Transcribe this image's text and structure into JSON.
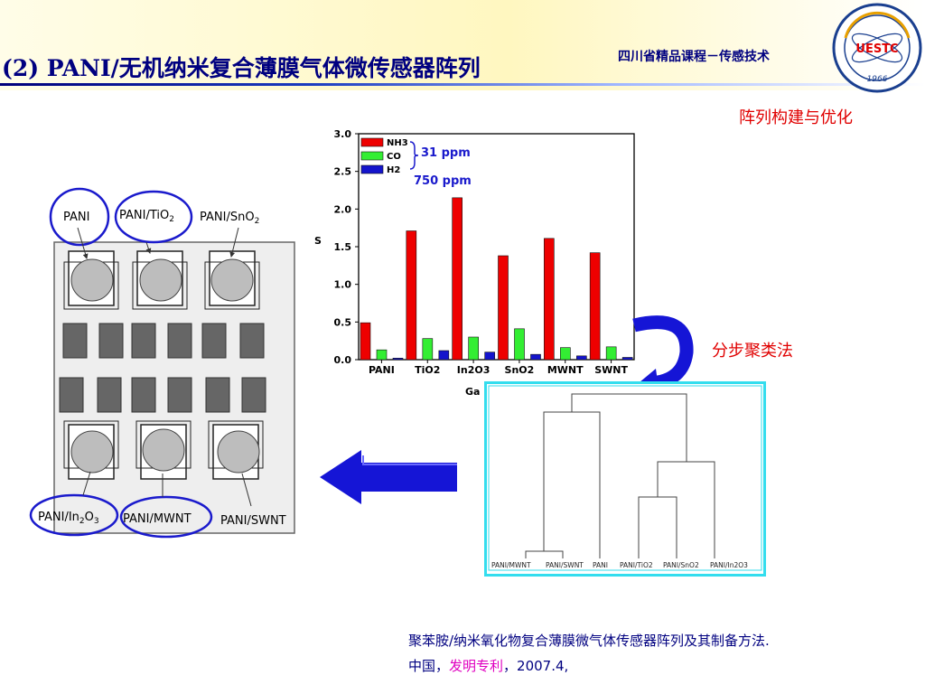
{
  "slide": {
    "title": "(2) PANI/无机纳米复合薄膜气体微传感器阵列",
    "course": "四川省精品课程－传感技术",
    "subtitle": "阵列构建与优化",
    "method_label": "分步聚类法",
    "reference_line1": "聚苯胺/纳米氧化物复合薄膜微气体传感器阵列及其制备方法.",
    "reference_line2_prefix": "中国，",
    "reference_line2_patent": "发明专利",
    "reference_line2_suffix": "，2007.4,"
  },
  "logo": {
    "center_text": "UESTC",
    "year": "1966",
    "colors": {
      "ring": "#1a3f8f",
      "accent": "#e8a000",
      "text_red": "#e00000"
    }
  },
  "array_diagram": {
    "top_labels": [
      {
        "text": "PANI",
        "circled": true
      },
      {
        "text": "PANI/TiO",
        "sub": "2",
        "circled": true
      },
      {
        "text": "PANI/SnO",
        "sub": "2",
        "circled": false
      }
    ],
    "bottom_labels": [
      {
        "text": "PANI/In",
        "sub": "2",
        "text2": "O",
        "sub2": "3",
        "circled": true
      },
      {
        "text": "PANI/MWNT",
        "circled": true
      },
      {
        "text": "PANI/SWNT",
        "circled": false
      }
    ]
  },
  "chart_data": {
    "type": "bar",
    "categories": [
      "PANI",
      "TiO2",
      "In2O3",
      "SnO2",
      "MWNT",
      "SWNT"
    ],
    "series": [
      {
        "name": "NH3",
        "color": "#ee0000",
        "values": [
          0.49,
          1.71,
          2.15,
          1.38,
          1.61,
          1.42
        ]
      },
      {
        "name": "CO",
        "color": "#33ee33",
        "values": [
          0.13,
          0.28,
          0.3,
          0.41,
          0.16,
          0.17
        ]
      },
      {
        "name": "H2",
        "color": "#1414cc",
        "values": [
          0.02,
          0.12,
          0.1,
          0.07,
          0.05,
          0.03
        ]
      }
    ],
    "ylim": [
      0,
      3.0
    ],
    "yticks": [
      "0.0",
      "0.5",
      "1.0",
      "1.5",
      "2.0",
      "2.5",
      "3.0"
    ],
    "ylabel": "S",
    "xlabel": "Ga",
    "annotations": [
      "31 ppm",
      "750 ppm"
    ],
    "legend_position": "top-left"
  },
  "dendrogram": {
    "leaves": [
      "PANI/MWNT",
      "PANI/SWNT",
      "PANI",
      "PANI/TiO2",
      "PANI/SnO2",
      "PANI/In2O3"
    ]
  }
}
